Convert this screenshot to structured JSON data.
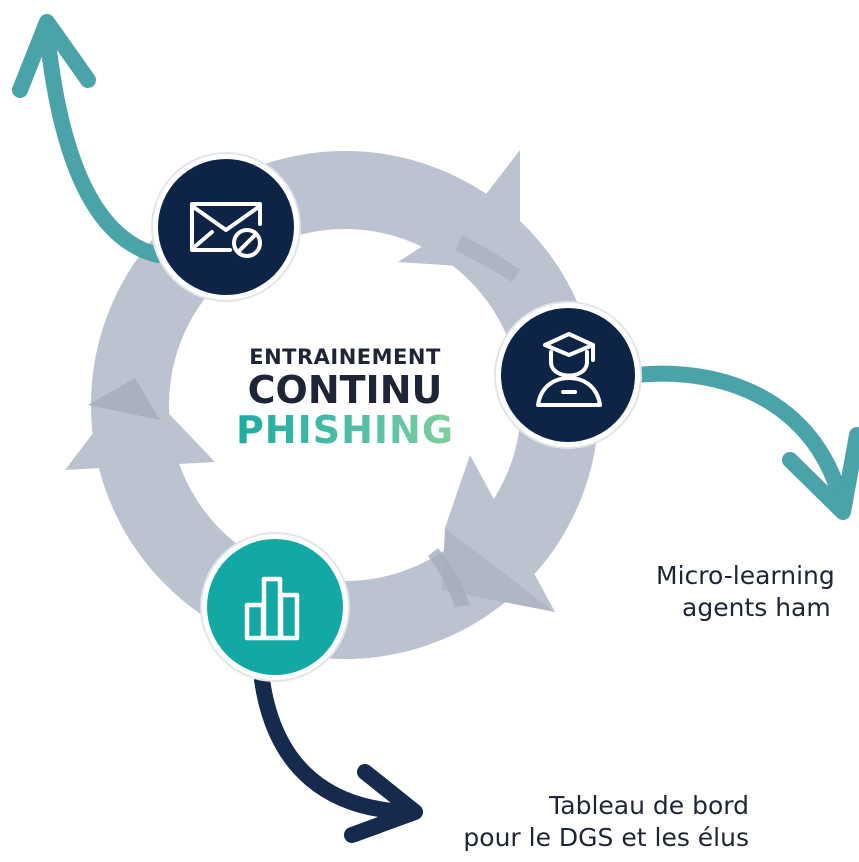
{
  "title": {
    "line1": "ENTRAINEMENT",
    "line2": "CONTINU",
    "line3": "PHISHING"
  },
  "captions": {
    "micro_learning": [
      "Micro-learning",
      "agents ham"
    ],
    "dashboard": [
      "Tableau de bord",
      "pour le DGS et les élus"
    ]
  },
  "colors": {
    "cycle_ring": "#bcc2cf",
    "cycle_shadow": "#9ea5b3",
    "navy": "#0d2447",
    "teal": "#12a8a4",
    "arrow_teal": "#4aa3a8",
    "arrow_navy": "#152a4c",
    "text": "#1f2536"
  },
  "nodes": [
    {
      "name": "email-blocked",
      "icon": "envelope-blocked-icon",
      "color": "navy"
    },
    {
      "name": "training",
      "icon": "graduate-icon",
      "color": "navy"
    },
    {
      "name": "dashboard",
      "icon": "bar-chart-icon",
      "color": "teal"
    }
  ]
}
